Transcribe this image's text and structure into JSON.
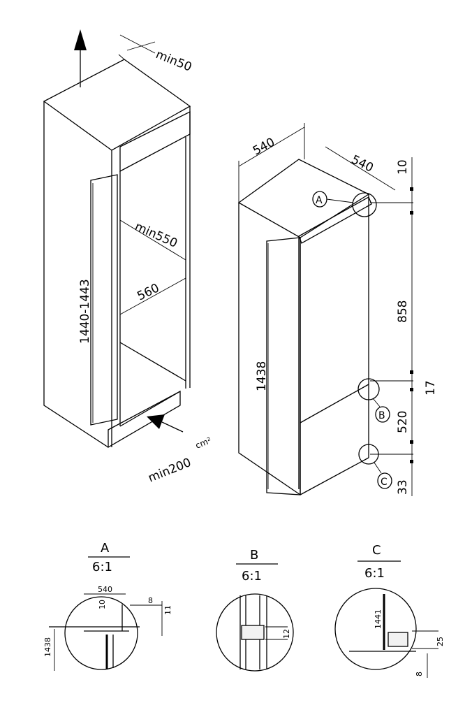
{
  "left_unit": {
    "top_gap": "min50",
    "height_range": "1440-1443",
    "depth_min": "min550",
    "width": "560",
    "vent": "min200",
    "vent_unit": "cm²"
  },
  "right_unit": {
    "width": "540",
    "depth": "540",
    "top": "10",
    "upper_section": "858",
    "gap": "17",
    "lower_section": "520",
    "bottom": "33",
    "door_height": "1438",
    "callouts": [
      "A",
      "B",
      "C"
    ]
  },
  "details": [
    {
      "label": "A",
      "scale": "6:1",
      "dims": [
        "540",
        "10",
        "8",
        "11",
        "1438"
      ]
    },
    {
      "label": "B",
      "scale": "6:1",
      "dims": [
        "12"
      ]
    },
    {
      "label": "C",
      "scale": "6:1",
      "dims": [
        "1441",
        "25",
        "8"
      ]
    }
  ]
}
